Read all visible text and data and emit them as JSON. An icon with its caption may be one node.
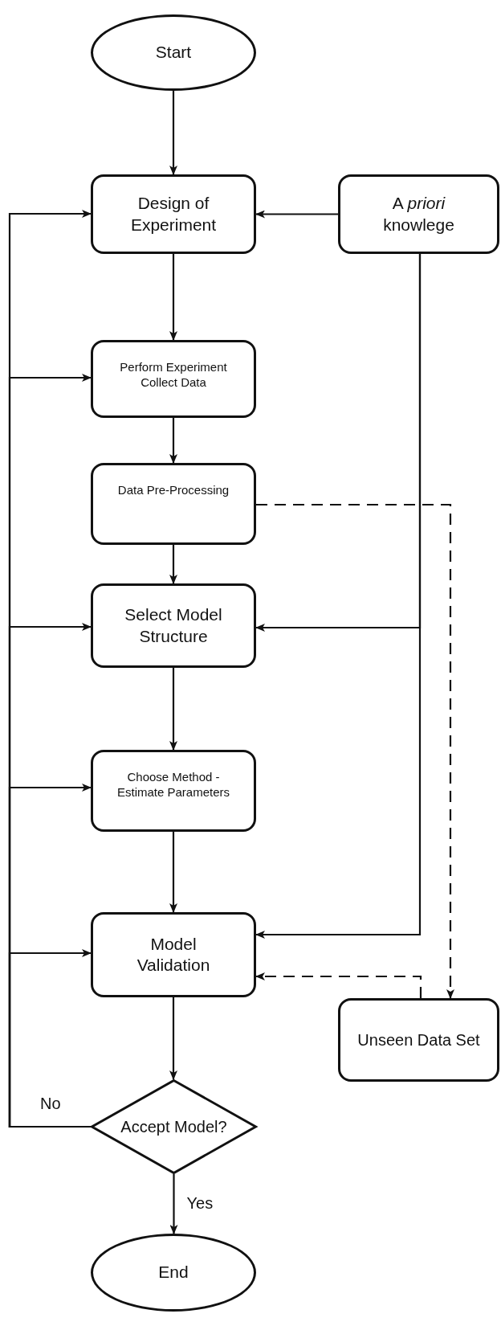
{
  "diagram": {
    "nodes": [
      {
        "text": [
          "Start"
        ]
      },
      {
        "text": [
          "Design of Experiment"
        ]
      },
      {
        "text": [
          "A *priori* knowlege"
        ]
      },
      {
        "text": [
          "Perform Experiment Collect Data"
        ]
      },
      {
        "text": [
          "Data Pre-Processing"
        ]
      },
      {
        "text": [
          "Select Model Structure"
        ]
      },
      {
        "text": [
          "Choose Method - Estimate Parameters"
        ]
      },
      {
        "text": [
          "Model Validation"
        ]
      },
      {
        "text": [
          "Unseen Data Set"
        ]
      },
      {
        "text": [
          "Accept Model?"
        ]
      },
      {
        "text": [
          "End"
        ]
      }
    ],
    "edges": [
      {
        "from": 0,
        "to": 1,
        "arrow": "to"
      },
      {
        "from": 2,
        "to": 1,
        "arrow": "to"
      },
      {
        "from": 1,
        "to": 3,
        "arrow": "to"
      },
      {
        "from": 3,
        "to": 4,
        "arrow": "to"
      },
      {
        "from": 4,
        "to": 5,
        "arrow": "to"
      },
      {
        "from": 5,
        "to": 6,
        "arrow": "to"
      },
      {
        "from": 6,
        "to": 7,
        "arrow": "to"
      },
      {
        "from": 7,
        "to": 9,
        "arrow": "to"
      },
      {
        "from": 9,
        "to": 10,
        "arrow": "to",
        "label": "Yes"
      },
      {
        "from": 9,
        "to": 1,
        "arrow": "to",
        "label": "No"
      },
      {
        "from": 9,
        "to": 3,
        "arrow": "to"
      },
      {
        "from": 9,
        "to": 5,
        "arrow": "to"
      },
      {
        "from": 9,
        "to": 6,
        "arrow": "to"
      },
      {
        "from": 9,
        "to": 7,
        "arrow": "to"
      },
      {
        "from": 2,
        "to": 5,
        "arrow": "to"
      },
      {
        "from": 2,
        "to": 7,
        "arrow": "to"
      },
      {
        "from": 4,
        "to": 8,
        "arrow": "to",
        "style": "dashed"
      },
      {
        "from": 8,
        "to": 7,
        "arrow": "to",
        "style": "dashed"
      }
    ]
  }
}
